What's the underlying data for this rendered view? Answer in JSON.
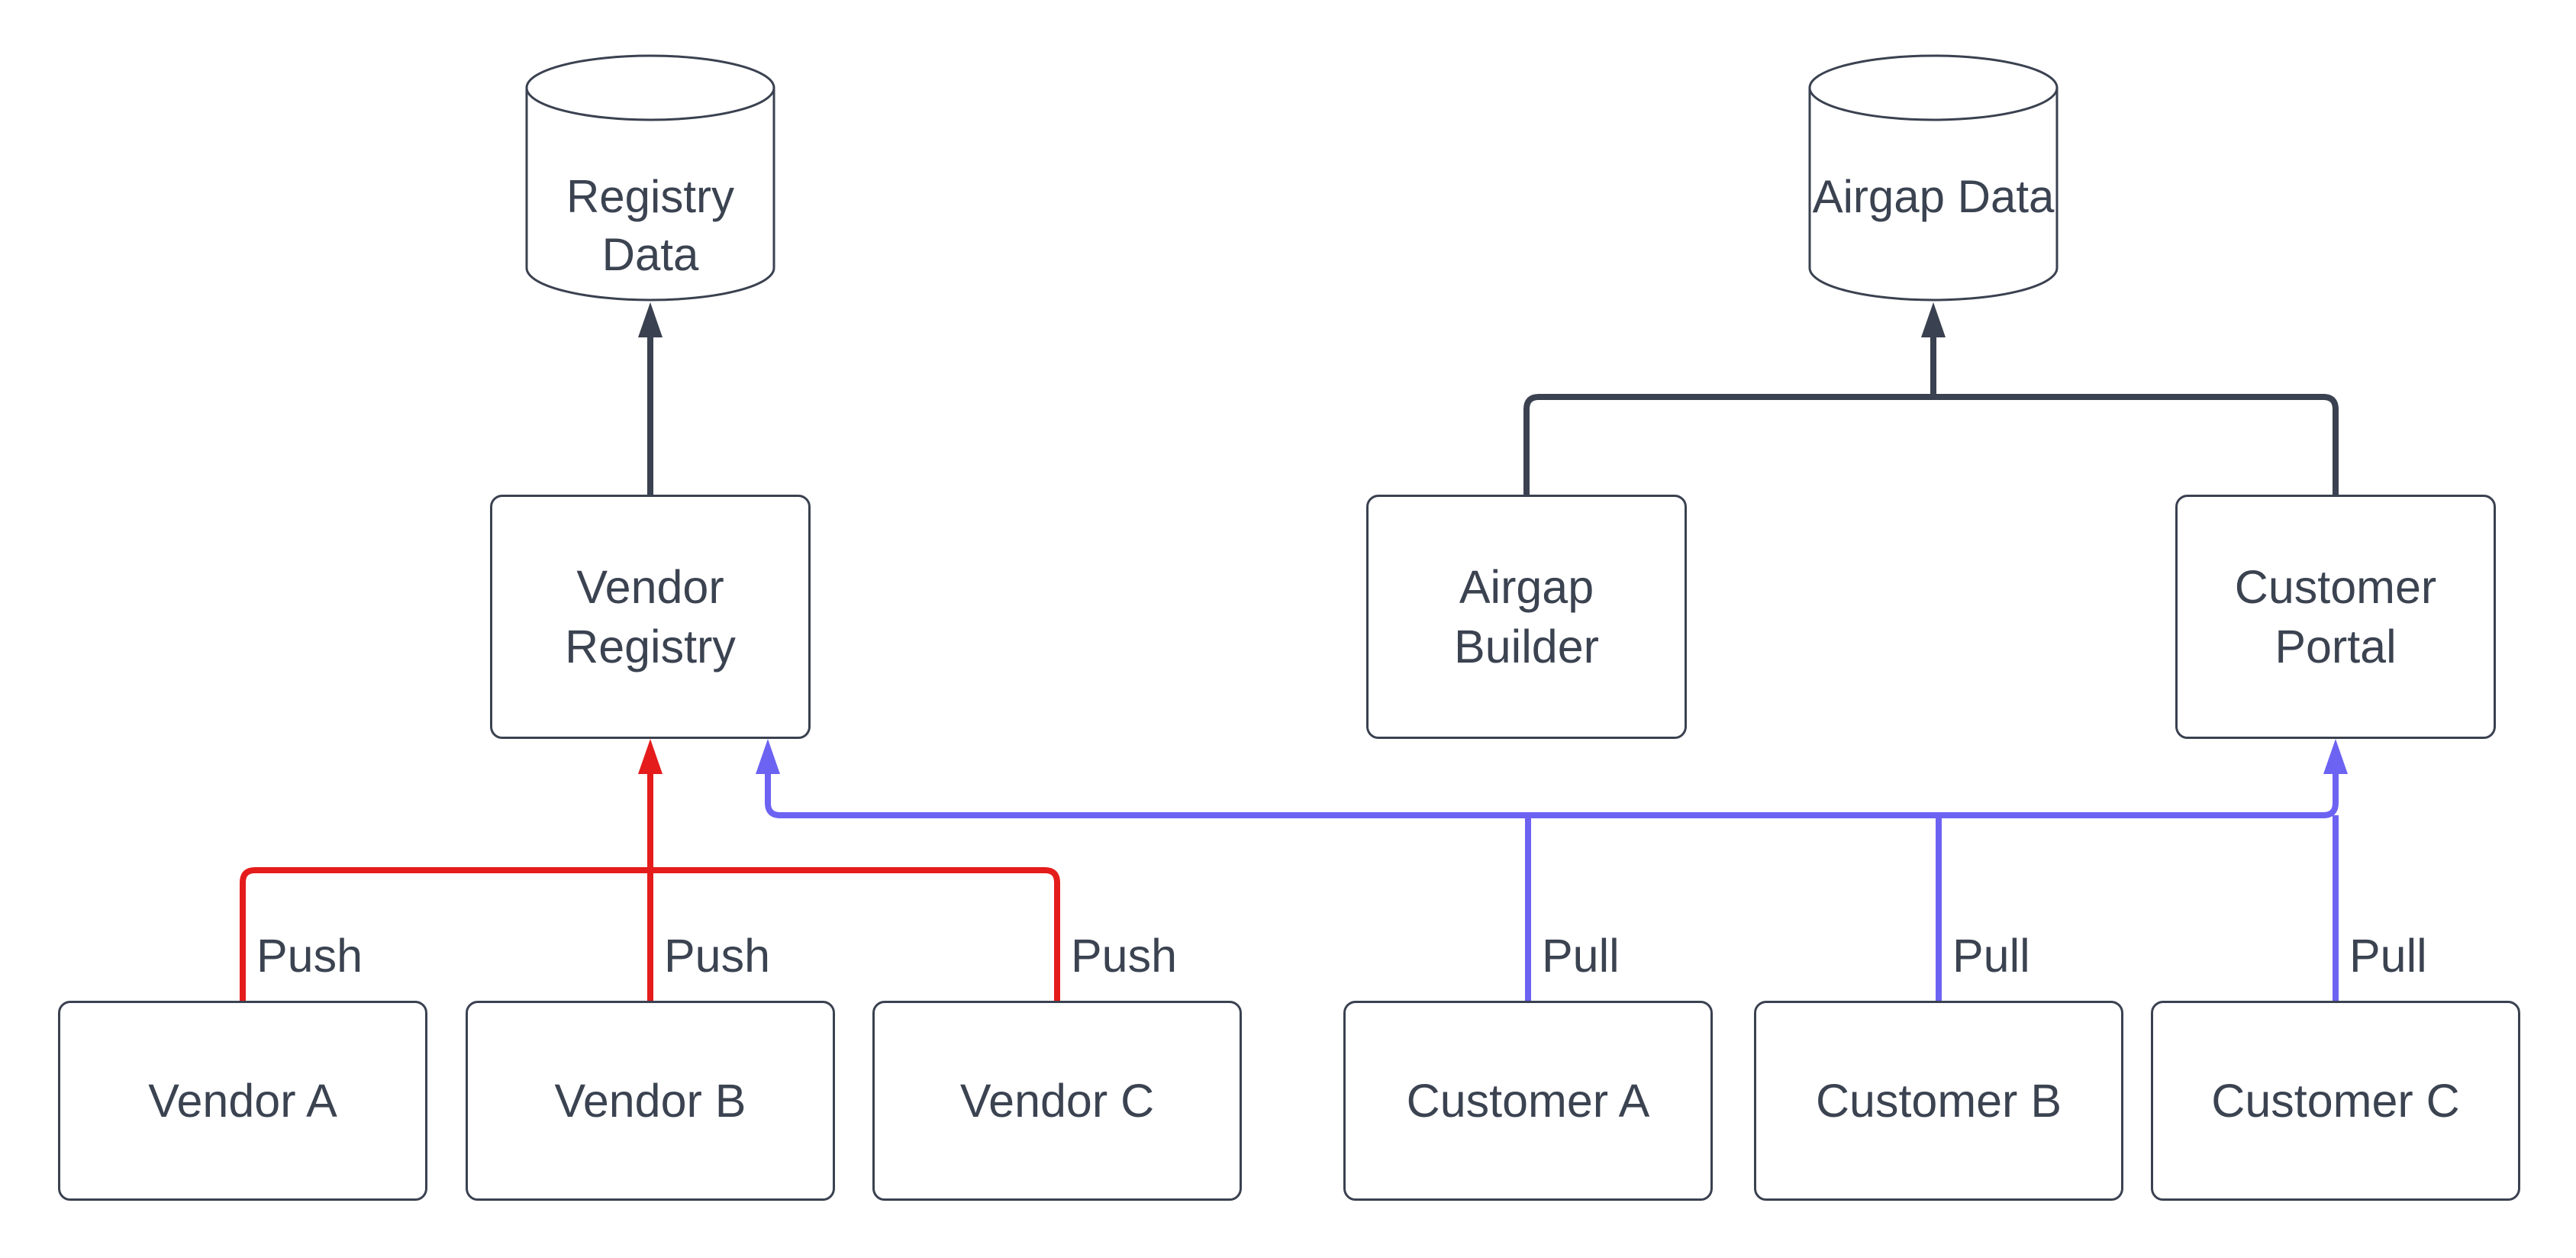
{
  "colors": {
    "line_dark": "#3a4150",
    "push_red": "#e51c1c",
    "pull_blue": "#6d63f2",
    "node_border": "#3a4150",
    "node_text": "#3b4351",
    "node_fill": "#ffffff",
    "background": "#ffffff"
  },
  "nodes": {
    "registry_data": {
      "shape": "cylinder",
      "line1": "Registry",
      "line2": "Data"
    },
    "airgap_data": {
      "shape": "cylinder",
      "line1": "Airgap",
      "line2": "Data"
    },
    "vendor_registry": {
      "shape": "rect",
      "line1": "Vendor",
      "line2": "Registry"
    },
    "airgap_builder": {
      "shape": "rect",
      "line1": "Airgap",
      "line2": "Builder"
    },
    "customer_portal": {
      "shape": "rect",
      "line1": "Customer",
      "line2": "Portal"
    },
    "vendor_a": {
      "shape": "rect",
      "label": "Vendor A"
    },
    "vendor_b": {
      "shape": "rect",
      "label": "Vendor B"
    },
    "vendor_c": {
      "shape": "rect",
      "label": "Vendor C"
    },
    "customer_a": {
      "shape": "rect",
      "label": "Customer A"
    },
    "customer_b": {
      "shape": "rect",
      "label": "Customer B"
    },
    "customer_c": {
      "shape": "rect",
      "label": "Customer C"
    }
  },
  "edge_labels": {
    "push_vendor_a": "Push",
    "push_vendor_b": "Push",
    "push_vendor_c": "Push",
    "pull_customer_a": "Pull",
    "pull_customer_b": "Pull",
    "pull_customer_c": "Pull"
  },
  "edges": [
    {
      "from": "Vendor Registry",
      "to": "Registry Data",
      "label": "",
      "color": "dark"
    },
    {
      "from": "Airgap Builder",
      "to": "Airgap Data",
      "label": "",
      "color": "dark"
    },
    {
      "from": "Customer Portal",
      "to": "Airgap Data",
      "label": "",
      "color": "dark"
    },
    {
      "from": "Vendor A",
      "to": "Vendor Registry",
      "label": "Push",
      "color": "red"
    },
    {
      "from": "Vendor B",
      "to": "Vendor Registry",
      "label": "Push",
      "color": "red"
    },
    {
      "from": "Vendor C",
      "to": "Vendor Registry",
      "label": "Push",
      "color": "red"
    },
    {
      "from": "Customer A",
      "to": "Vendor Registry",
      "label": "Pull",
      "color": "blue"
    },
    {
      "from": "Customer B",
      "to": "Vendor Registry",
      "label": "Pull",
      "color": "blue"
    },
    {
      "from": "Customer C",
      "to": "Vendor Registry",
      "label": "Pull",
      "color": "blue"
    },
    {
      "from": "Customer A",
      "to": "Customer Portal",
      "label": "Pull",
      "color": "blue"
    },
    {
      "from": "Customer B",
      "to": "Customer Portal",
      "label": "Pull",
      "color": "blue"
    },
    {
      "from": "Customer C",
      "to": "Customer Portal",
      "label": "Pull",
      "color": "blue"
    }
  ]
}
